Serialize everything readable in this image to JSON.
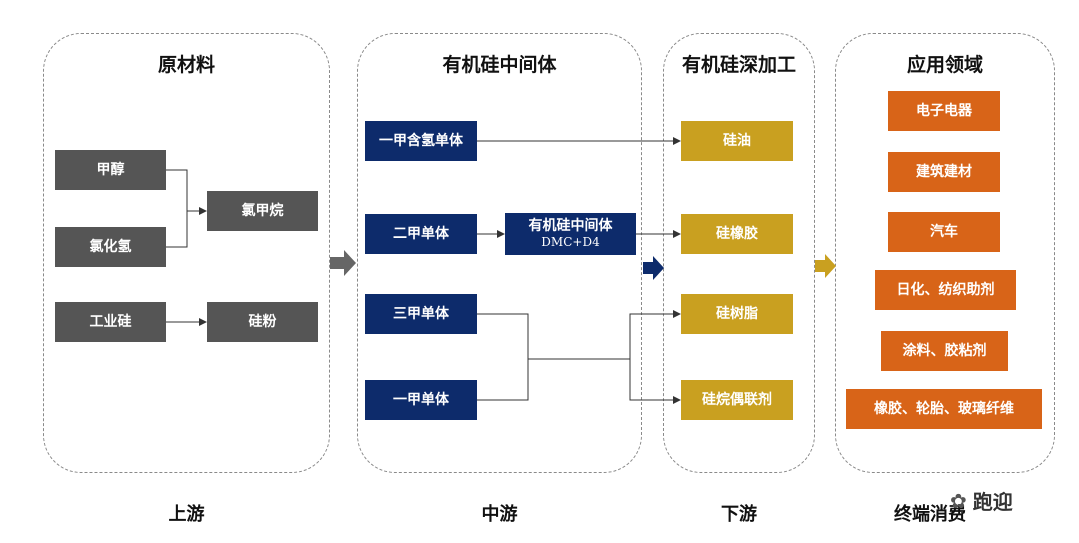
{
  "panels": {
    "raw": "原材料",
    "intermediate": "有机硅中间体",
    "deep": "有机硅深加工",
    "application": "应用领域"
  },
  "raw_boxes": {
    "methanol": "甲醇",
    "hcl": "氯化氢",
    "chloromethane": "氯甲烷",
    "industrial_si": "工业硅",
    "si_powder": "硅粉"
  },
  "intermediate_boxes": {
    "mono_h": "一甲含氢单体",
    "di": "二甲单体",
    "organosilicon": "有机硅中间体",
    "organosilicon_sub": "DMC+D4",
    "tri": "三甲单体",
    "mono": "一甲单体"
  },
  "deep_boxes": {
    "silicone_oil": "硅油",
    "silicone_rubber": "硅橡胶",
    "silicone_resin": "硅树脂",
    "silane_coupling": "硅烷偶联剂"
  },
  "application_boxes": [
    "电子电器",
    "建筑建材",
    "汽车",
    "日化、纺织助剂",
    "涂料、胶粘剂",
    "橡胶、轮胎、玻璃纤维"
  ],
  "stages": {
    "upstream": "上游",
    "midstream": "中游",
    "downstream": "下游",
    "end": "终端消费"
  },
  "watermark": "跑迎"
}
